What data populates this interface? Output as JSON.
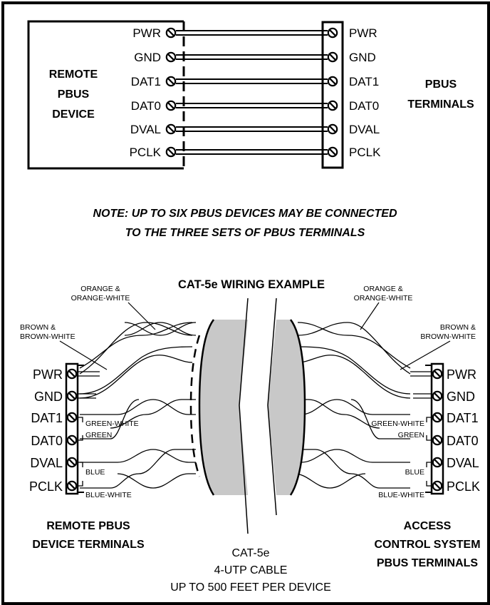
{
  "top": {
    "device_label": [
      "REMOTE",
      "PBUS",
      "DEVICE"
    ],
    "terminals_label": [
      "PBUS",
      "TERMINALS"
    ],
    "pins": [
      "PWR",
      "GND",
      "DAT1",
      "DAT0",
      "DVAL",
      "PCLK"
    ]
  },
  "note": [
    "NOTE: UP TO SIX PBUS DEVICES MAY BE CONNECTED",
    "TO THE THREE SETS OF PBUS TERMINALS"
  ],
  "example": {
    "title": "CAT-5e WIRING EXAMPLE",
    "left_pins": [
      "PWR",
      "GND",
      "DAT1",
      "DAT0",
      "DVAL",
      "PCLK"
    ],
    "right_pins": [
      "PWR",
      "GND",
      "DAT1",
      "DAT0",
      "DVAL",
      "PCLK"
    ],
    "pair_labels": {
      "orange_left": [
        "ORANGE &",
        "ORANGE-WHITE"
      ],
      "orange_right": [
        "ORANGE &",
        "ORANGE-WHITE"
      ],
      "brown_left": [
        "BROWN &",
        "BROWN-WHITE"
      ],
      "brown_right": [
        "BROWN &",
        "BROWN-WHITE"
      ],
      "green_white": "GREEN-WHITE",
      "green": "GREEN",
      "blue": "BLUE",
      "blue_white": "BLUE-WHITE"
    },
    "left_caption": [
      "REMOTE PBUS",
      "DEVICE TERMINALS"
    ],
    "right_caption": [
      "ACCESS",
      "CONTROL SYSTEM",
      "PBUS TERMINALS"
    ],
    "cable_caption": [
      "CAT-5e",
      "4-UTP CABLE",
      "UP TO 500 FEET PER DEVICE"
    ]
  },
  "colors": {
    "border": "#000000",
    "cable_fill": "#c8c8c8",
    "background": "#ffffff"
  }
}
